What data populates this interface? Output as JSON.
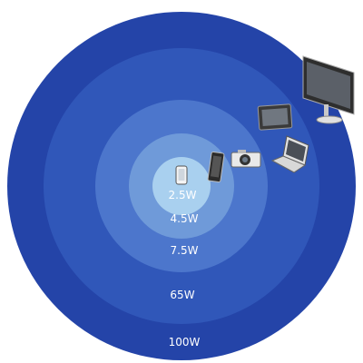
{
  "rings": [
    {
      "label": "100W",
      "color": "#2444a8"
    },
    {
      "label": "65W",
      "color": "#3057b9"
    },
    {
      "label": "7.5W",
      "color": "#4c76cc"
    },
    {
      "label": "4.5W",
      "color": "#6f9ad9"
    },
    {
      "label": "2.5W",
      "color": "#a9d0ef"
    }
  ],
  "devices": [
    {
      "name": "wearable-device-icon"
    },
    {
      "name": "smartphone-icon"
    },
    {
      "name": "camera-icon"
    },
    {
      "name": "tablet-icon"
    },
    {
      "name": "laptop-icon"
    },
    {
      "name": "monitor-icon"
    }
  ]
}
